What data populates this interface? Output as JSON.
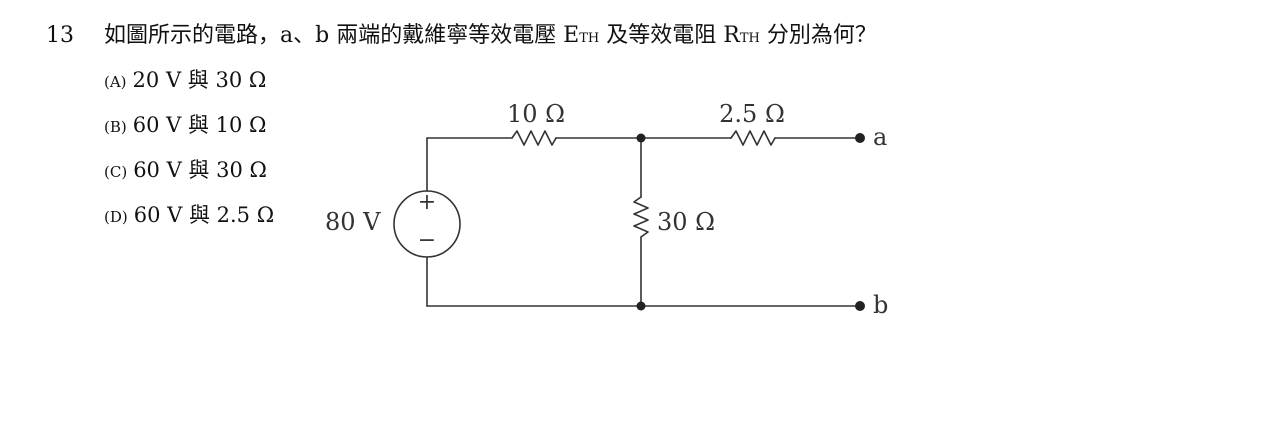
{
  "question": {
    "number": "13",
    "text_part1": "如圖所示的電路，a、b 兩端的戴維寧等效電壓 E",
    "eth_sub": "TH",
    "text_part2": " 及等效電阻 R",
    "rth_sub": "TH",
    "text_part3": " 分別為何？"
  },
  "options": [
    {
      "letter": "(A)",
      "text": "20 V 與 30 Ω"
    },
    {
      "letter": "(B)",
      "text": "60 V 與 10 Ω"
    },
    {
      "letter": "(C)",
      "text": "60 V 與 30 Ω"
    },
    {
      "letter": "(D)",
      "text": "60 V 與 2.5 Ω"
    }
  ],
  "circuit": {
    "source_label": "80 V",
    "plus_sign": "+",
    "minus_sign": "−",
    "r1_label": "10 Ω",
    "r2_label": "2.5 Ω",
    "r3_label": "30 Ω",
    "terminal_a": "a",
    "terminal_b": "b"
  }
}
